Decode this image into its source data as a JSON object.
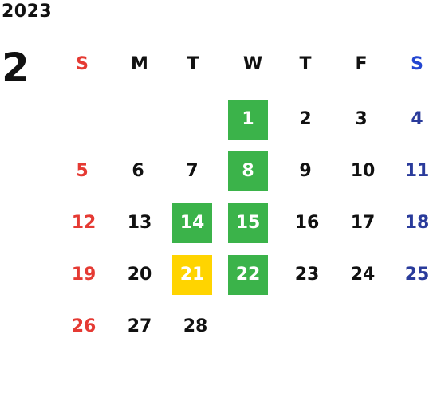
{
  "year": "2023",
  "month": "2",
  "weekdays": [
    "S",
    "M",
    "T",
    "W",
    "T",
    "F",
    "S"
  ],
  "days": {
    "d1": "1",
    "d2": "2",
    "d3": "3",
    "d4": "4",
    "d5": "5",
    "d6": "6",
    "d7": "7",
    "d8": "8",
    "d9": "9",
    "d10": "10",
    "d11": "11",
    "d12": "12",
    "d13": "13",
    "d14": "14",
    "d15": "15",
    "d16": "16",
    "d17": "17",
    "d18": "18",
    "d19": "19",
    "d20": "20",
    "d21": "21",
    "d22": "22",
    "d23": "23",
    "d24": "24",
    "d25": "25",
    "d26": "26",
    "d27": "27",
    "d28": "28"
  },
  "highlights": {
    "green": [
      "1",
      "8",
      "14",
      "15",
      "22"
    ],
    "yellow": [
      "21"
    ]
  },
  "colors": {
    "sunday": "#e53a33",
    "saturday": "#2a3b9b",
    "green_highlight": "#3bb34a",
    "yellow_highlight": "#ffd400"
  }
}
